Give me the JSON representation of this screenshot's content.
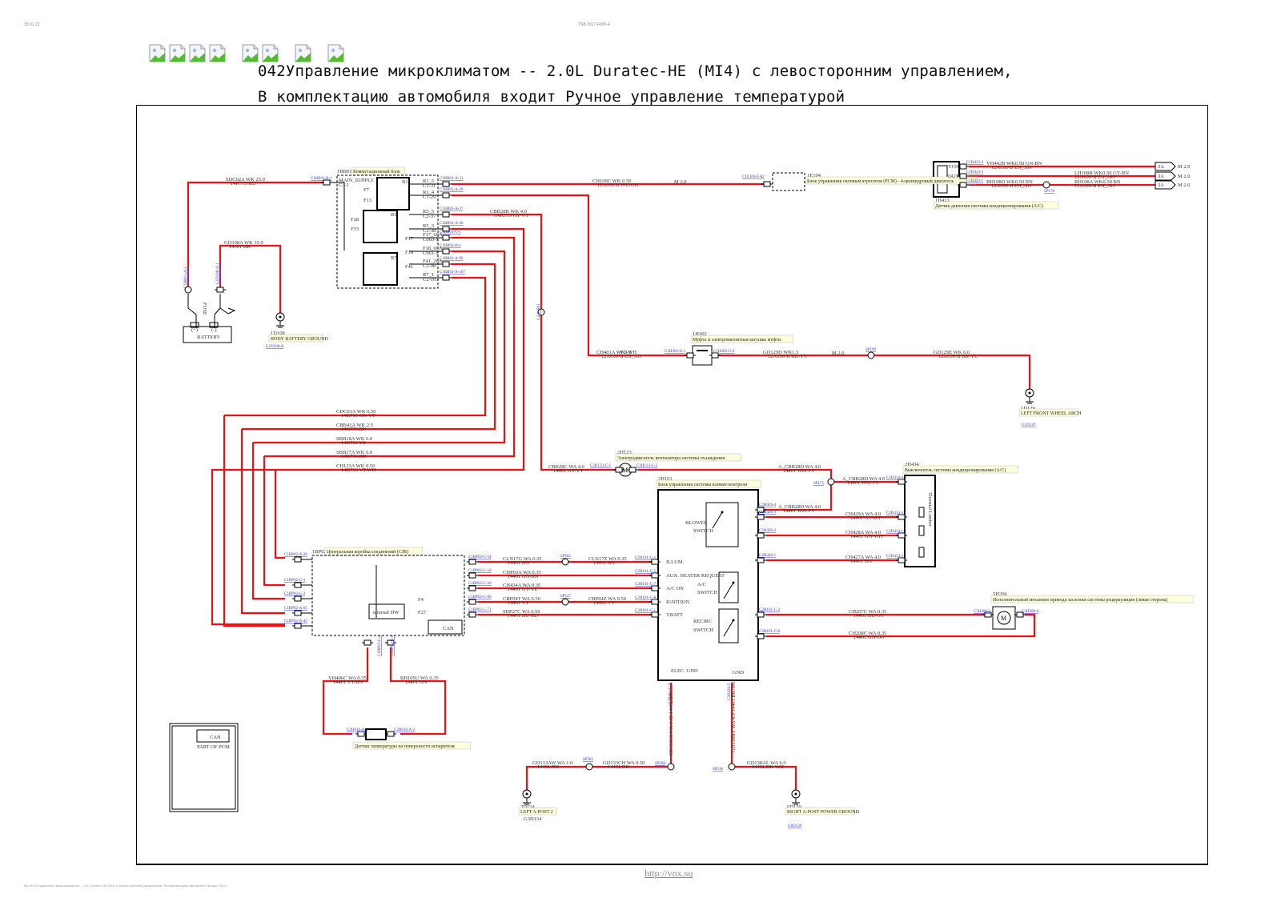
{
  "header": {
    "top_left_tiny": "15.01.13",
    "top_center_tiny": "TSB 2017-F005-4",
    "title_line1": "042Управление микроклиматом -- 2.0L Duratec-HE (MI4) с левосторонним управлением,",
    "title_line2": "В комплектацию автомобиля входит Ручное управление температурой",
    "toolbar_icons": [
      "broken-image-icon",
      "broken-image-icon",
      "broken-image-icon",
      "broken-image-icon",
      "broken-image-icon",
      "broken-image-icon",
      "broken-image-icon",
      "broken-image-icon"
    ]
  },
  "footer": {
    "link": "http://vnx.su",
    "bottom_note": "file:///042Управление микроклиматом -- 2.0L Duratec-HE (MI4) с левосторонним управлением, В комплектацию автомобиля входит Ручн..."
  },
  "components": {
    "battery": {
      "label": "BATTERY",
      "pos": "(+)",
      "neg": "(-)",
      "fuse": "FUSE",
      "conn1": "C1BB01-A-1",
      "conn2": "G1D108-A-1"
    },
    "ground_1d108": {
      "id": "1D108",
      "name": "BODY BATTERY GROUND",
      "link": "G1D108-A"
    },
    "ibb01": {
      "id": "1BB01",
      "name": "Коммутационный блок",
      "supply": "MAIN_SUPPLY",
      "c31": "C3-1",
      "conn_in": "C1BB01-B-1"
    },
    "pcm": {
      "id": "1E104",
      "name": "Блок управления силовым агрегатом (PCM) - 4-цилиндровый двигатель",
      "conn": "C1E104-E-82"
    },
    "ac_sensor": {
      "id": "1H433",
      "name": "Датчик давления системы кондиционирования (A/C)",
      "pins": [
        "VCC",
        "OUT",
        "GND"
      ],
      "conns": [
        "C1H433-2",
        "C1H433-3",
        "C1H433-1"
      ]
    },
    "clutch": {
      "id": "1H302",
      "name": "Муфта и электромагнитная катушка муфты",
      "conn1": "C1H302-G-1",
      "conn2": "C1H302-G-2"
    },
    "ground_1d129": {
      "id": "1D129",
      "name": "LEFT FRONT WHEEL ARCH",
      "link": "G1D129"
    },
    "fan": {
      "id": "2H123",
      "name": "Электродвигатель вентилятора системы охлаждения",
      "conn1": "C2H123-C-1",
      "conn2": "C2H123-C-2"
    },
    "climate_ctrl": {
      "id": "2H101",
      "name": "Блок управления системы климат-контроля",
      "blower": "BLOWER",
      "switch": "SWITCH",
      "ac": "A/C",
      "recirc": "RECIRC",
      "pins": [
        "ILLUM.",
        "AUX. HEATER REQUEST",
        "A/C ON",
        "IGNITION",
        "VBATT"
      ],
      "elec_gnd": "ELEC. GND",
      "gnd": "GND"
    },
    "blower_res": {
      "id": "2H434",
      "name": "Выключатель системы кондиционирования (A/C)",
      "thermal": "Thermal Limiter"
    },
    "cjb": {
      "id": "1BP02",
      "name": "Центральная коробка соединений (CJB)",
      "internal": "internal HW",
      "can": "CAN",
      "f4": "F4",
      "f27": "F27"
    },
    "recirc_motor": {
      "id": "5H206",
      "name": "Исполнительный механизм привода заслонки системы рециркуляции (левая сторона)",
      "conn1": "C5H206-2",
      "conn2": "C5H206-4"
    },
    "evap_sensor": {
      "name": "Датчик температуры на поверхности испарителя",
      "conn1": "C2H016-A-1",
      "conn2": "C2H016-A-2"
    },
    "pcm_part": {
      "can": "CAN",
      "label": "PART OF PCM"
    },
    "ground_3d134": {
      "id": "3D134",
      "name": "LEFT A-POST 2",
      "link": "G3D134"
    },
    "ground_6d139": {
      "id": "6D139",
      "name": "RIGHT A-POST POWER GROUND",
      "link": "G6D139"
    }
  },
  "wires": {
    "sdc02a": [
      "SDC02A",
      "WK 25.0",
      "14K733",
      "RD"
    ],
    "gd108a": [
      "GD108A",
      "WK 35.0",
      "14301",
      "BK"
    ],
    "ch109c": [
      "CH109C",
      "WK 0.50",
      "12A690-B",
      "WH-OG"
    ],
    "m20": "M 2.0",
    "cbb28b": [
      "CBB28B",
      "WK 4.0",
      "14K733",
      "GY-VT"
    ],
    "vh442b": [
      "VH442B",
      "WK0.50",
      "GN-BN",
      "12A690-B",
      "EN_AO"
    ],
    "lh108b": [
      "LH108B",
      "WK0.50",
      "GY-BN",
      "12A690-B",
      "EN_AO"
    ],
    "rh108d": [
      "RH108D",
      "WK0.50",
      "BN",
      "12A690-B",
      "EN_AO"
    ],
    "rh108a": [
      "RH108A",
      "WK0.50",
      "BN",
      "12A690-B",
      "EN_AO"
    ],
    "fuse3a": "3A",
    "ch401a": [
      "CH401A",
      "WK1.0",
      "VT-WH",
      "12A690-B",
      "EN_AO"
    ],
    "gd129d": [
      "GD129D",
      "WK1.5",
      "12A690-B",
      "BK-YE"
    ],
    "gd129e": [
      "GD129E",
      "WK 6.0",
      "12A690-B",
      "BK-YE"
    ],
    "cdc01a": [
      "CDC01A",
      "WK 0.50",
      "14K733",
      "GN-VT"
    ],
    "cbb41a": [
      "CBB41A",
      "WK 2.5",
      "14K733",
      "BU"
    ],
    "sbb18a": [
      "SBB18A",
      "WK 6.0",
      "14K733",
      "YE"
    ],
    "sbb17a": [
      "SBB17A",
      "WK 6.0",
      "14K733",
      "RD"
    ],
    "ch123a": [
      "CH123A",
      "WK 0.50",
      "14K733",
      "VT-WH"
    ],
    "cbb28c": [
      "CBB28C",
      "WA 4.0",
      "14401",
      "GY-VT"
    ],
    "cbb28d": [
      "A_CBB28D",
      "WA 4.0",
      "14401",
      "WH-VT"
    ],
    "ch429a": [
      "CH429A",
      "WA 4.0",
      "14401",
      "GY-BN"
    ],
    "ch428a": [
      "CH428A",
      "WA 4.0",
      "14401",
      "GN-WH"
    ],
    "ch427a": [
      "CH427A",
      "WA 4.0",
      "14401",
      "BN"
    ],
    "cln17g": [
      "CLN17G",
      "WA 0.35",
      "14401",
      "BN"
    ],
    "cln17z": [
      "CLN17Z",
      "WA 0.35",
      "14401",
      "BN"
    ],
    "chp03a": [
      "CHP03A",
      "WA 0.35",
      "14401",
      "GN-BN"
    ],
    "ch434a": [
      "CH434A",
      "WA 0.35",
      "14401",
      "GY-YE"
    ],
    "cbp04t": [
      "CBP04T",
      "WA 0.50",
      "14401",
      "VT"
    ],
    "cbp04z": [
      "CBP04Z",
      "WA 0.50",
      "14401",
      "VT"
    ],
    "sbp27c": [
      "SBP27C",
      "WA 0.50",
      "14401",
      "BU-RD"
    ],
    "ch207c": [
      "CH207C",
      "WA 0.35",
      "14401",
      "BU-GY"
    ],
    "ch208c": [
      "CH208C",
      "WA 0.35",
      "14401",
      "GN-OG"
    ],
    "vh406c": [
      "VH406C",
      "WA 0.35",
      "14401",
      "VT-BN"
    ],
    "rh105u": [
      "RH105U",
      "WA 0.35",
      "14401",
      "GN"
    ],
    "gd133aw": [
      "GD133AW",
      "WA 1.0",
      "14401",
      "BK"
    ],
    "gd133ch": [
      "GD133CH",
      "WA 0.50",
      "14401",
      "BK"
    ],
    "gd133cs": [
      "GD133CS",
      "WA 0.35",
      "14401",
      "BK"
    ],
    "gd138by": [
      "GD138BY",
      "WA 4.0",
      "14401",
      "BK-WH"
    ],
    "gd138al": [
      "GD138AL",
      "WA 6.0",
      "14401",
      "BK-WH"
    ]
  },
  "splices": [
    "SP178",
    "SP199",
    "SP175",
    "SP565",
    "SP547",
    "SP581",
    "SP588",
    "SP518"
  ],
  "ibb01_pins": [
    "R1_5",
    "C1-31",
    "R1_4",
    "C1-29",
    "R5_5",
    "C2-37",
    "R5_3",
    "C2-38",
    "F17_60A",
    "C060-1",
    "F18_60A",
    "C061-1",
    "F41_20A",
    "C2-98",
    "R7_1",
    "C2-107"
  ],
  "ibb01_fuses": [
    "F7",
    "F13",
    "F28",
    "F33",
    "R1",
    "R5",
    "R7"
  ],
  "ibb01_conns": [
    "C1BB01-A-31",
    "C1BB01-A-29",
    "C1BB01-A-37",
    "C1BB01-A-38",
    "C1BB01-G-1",
    "C1BB01-H-1",
    "C1BB01-A-98",
    "C1BB01-A-107"
  ],
  "cjb_conns_left": [
    "C1BP02-A-28",
    "C1BP02-G-1",
    "C1BP02-G-2",
    "C1BP02-A-65",
    "C1BP02-A-45"
  ],
  "cjb_conns_right": [
    "C1BP02-C-54",
    "C1BP02-C-18",
    "C1BP02-C-26",
    "C1BP02-C-68",
    "C1BP02-C-71"
  ],
  "cjb_conns_bottom": [
    "C1BP02-C-2",
    "C1BP02-C-1"
  ],
  "hvac_conns_left": [
    "C2H101-C-1",
    "C2H101-C-5",
    "C2H101-C-7",
    "C2H101-C-8",
    "C2H101-C-1"
  ],
  "hvac_conns_right": [
    "C2H426-4",
    "C2H426-3",
    "C2H426-2",
    "C2H426-1",
    "C2H101-C-2",
    "C2H101-C-6"
  ],
  "blower_conns": [
    "C2H434-4",
    "C2H434-3",
    "C2H434-1",
    "C2H434-2"
  ],
  "gnd_conns": [
    "C2H101-C-3",
    "C2H426-5"
  ],
  "g3_conn": "G1D1-AB-1"
}
